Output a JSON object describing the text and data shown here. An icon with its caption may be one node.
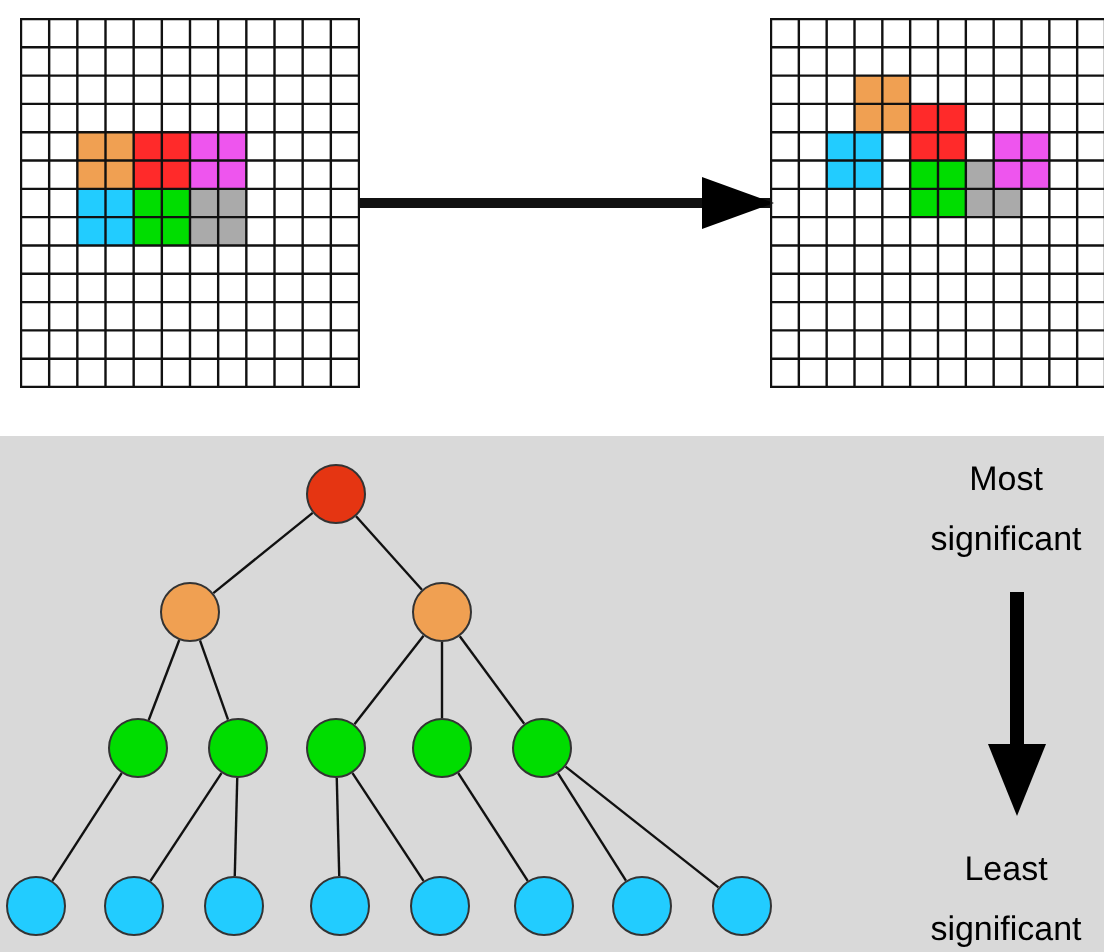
{
  "diagram": {
    "nodes": [
      {
        "text": [],
        "shape": "picture"
      },
      {
        "text": [],
        "shape": "picture"
      },
      {
        "text": [],
        "shape": "circle"
      },
      {
        "text": [],
        "shape": "circle"
      },
      {
        "text": [],
        "shape": "circle"
      },
      {
        "text": [],
        "shape": "circle"
      },
      {
        "text": [],
        "shape": "circle"
      },
      {
        "text": [],
        "shape": "circle"
      },
      {
        "text": [],
        "shape": "circle"
      },
      {
        "text": [],
        "shape": "circle"
      },
      {
        "text": [],
        "shape": "circle"
      },
      {
        "text": [],
        "shape": "circle"
      },
      {
        "text": [],
        "shape": "circle"
      },
      {
        "text": [],
        "shape": "circle"
      },
      {
        "text": [],
        "shape": "circle"
      },
      {
        "text": [],
        "shape": "circle"
      },
      {
        "text": [],
        "shape": "circle"
      },
      {
        "text": [],
        "shape": "circle"
      }
    ],
    "edges": [
      {
        "from": 0,
        "to": 1,
        "arrow": "to",
        "style": "thick"
      },
      {
        "from": 2,
        "to": 3,
        "arrow": "none"
      },
      {
        "from": 2,
        "to": 4,
        "arrow": "none"
      },
      {
        "from": 3,
        "to": 5,
        "arrow": "none"
      },
      {
        "from": 3,
        "to": 6,
        "arrow": "none"
      },
      {
        "from": 4,
        "to": 7,
        "arrow": "none"
      },
      {
        "from": 4,
        "to": 8,
        "arrow": "none"
      },
      {
        "from": 4,
        "to": 9,
        "arrow": "none"
      },
      {
        "from": 5,
        "to": 10,
        "arrow": "none"
      },
      {
        "from": 6,
        "to": 11,
        "arrow": "none"
      },
      {
        "from": 6,
        "to": 12,
        "arrow": "none"
      },
      {
        "from": 7,
        "to": 13,
        "arrow": "none"
      },
      {
        "from": 7,
        "to": 14,
        "arrow": "none"
      },
      {
        "from": 8,
        "to": 15,
        "arrow": "none"
      },
      {
        "from": 9,
        "to": 16,
        "arrow": "none"
      },
      {
        "from": 9,
        "to": 17,
        "arrow": "none"
      }
    ],
    "labels": [
      "Most significant",
      "Least significant"
    ]
  }
}
